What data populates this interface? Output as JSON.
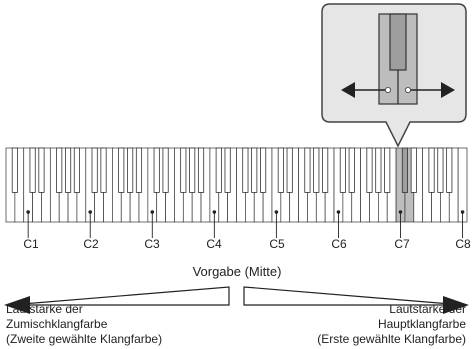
{
  "octave_labels": [
    "C1",
    "C2",
    "C3",
    "C4",
    "C5",
    "C6",
    "C7",
    "C8"
  ],
  "split_key_label": "C7",
  "default_label": "Vorgabe (Mitte)",
  "left_label": [
    "Lautstärke der",
    "Zumischklangfarbe",
    "(Zweite gewählte Klangfarbe)"
  ],
  "right_label": [
    "Lautstärke der",
    "Hauptklangfarbe",
    "(Erste gewählte Klangfarbe)"
  ],
  "colors": {
    "highlight_key": "#bdbdbd",
    "callout_bg": "#e6e6e6",
    "ink": "#222222"
  }
}
